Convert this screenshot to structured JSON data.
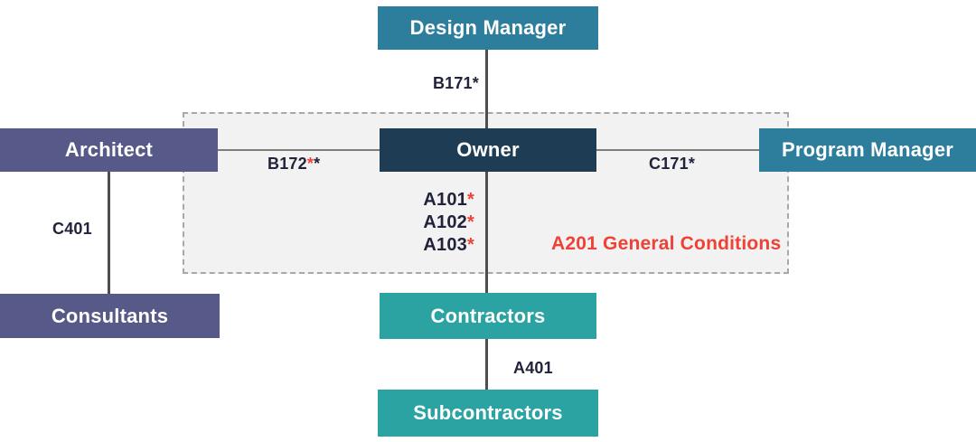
{
  "colors": {
    "teal_blue": "#2D7D9C",
    "navy": "#1E3D55",
    "purple": "#575A88",
    "teal_green": "#2BA3A3",
    "red": "#EF4136",
    "dark_text": "#20233A",
    "node_text": "#FFFFFF",
    "region_fill": "#F2F2F2",
    "region_border": "#A8A8A8",
    "line_horizontal": "#7D7D7D",
    "line_vertical": "#4D4D52"
  },
  "nodes": {
    "design_manager": {
      "label": "Design Manager"
    },
    "architect": {
      "label": "Architect"
    },
    "owner": {
      "label": "Owner"
    },
    "program_manager": {
      "label": "Program Manager"
    },
    "consultants": {
      "label": "Consultants"
    },
    "contractors": {
      "label": "Contractors"
    },
    "subcontractors": {
      "label": "Subcontractors"
    }
  },
  "edge_labels": {
    "b171": {
      "text": "B171",
      "star": "*"
    },
    "b172": {
      "text": "B172",
      "star_red": "*",
      "star_dark": "*"
    },
    "c171": {
      "text": "C171",
      "star": "*"
    },
    "c401": {
      "text": "C401"
    },
    "a401": {
      "text": "A401"
    }
  },
  "owner_contractor_agreements": [
    {
      "text": "A101",
      "star": "*"
    },
    {
      "text": "A102",
      "star": "*"
    },
    {
      "text": "A103",
      "star": "*"
    }
  ],
  "region": {
    "label": "A201 General Conditions"
  }
}
